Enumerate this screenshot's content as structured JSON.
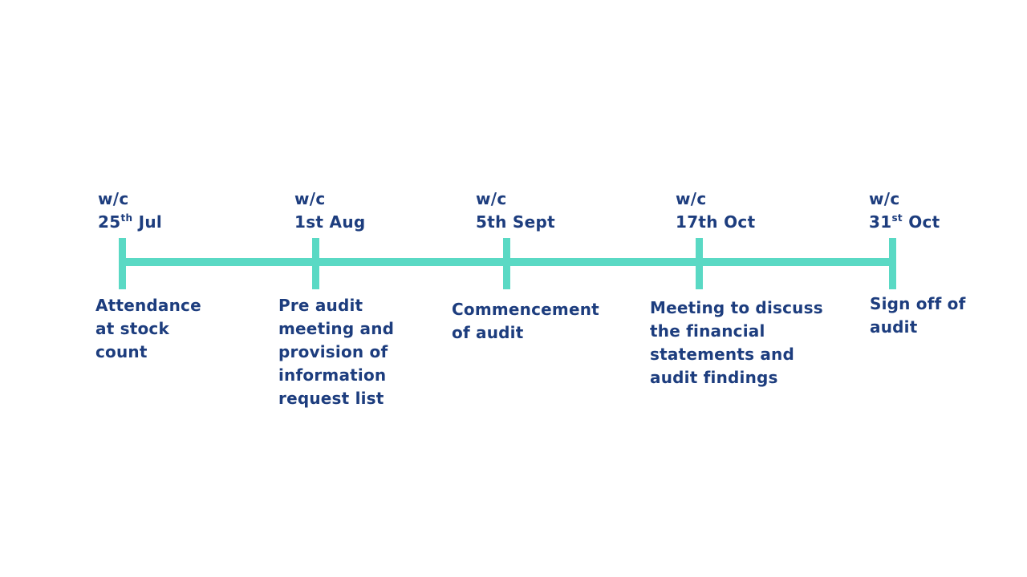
{
  "colors": {
    "line": "#5ad9c4",
    "text": "#1d3d7e",
    "background": "#ffffff"
  },
  "milestones": [
    {
      "prefix": "w/c",
      "day": "25",
      "suffix": "th",
      "month": "Jul",
      "description_lines": [
        "Attendance",
        "at stock",
        "count"
      ]
    },
    {
      "prefix": "w/c",
      "day": "1st",
      "suffix": "",
      "month": "Aug",
      "description_lines": [
        "Pre audit",
        "meeting and",
        "provision of",
        "information",
        "request list"
      ]
    },
    {
      "prefix": "w/c",
      "day": "5th",
      "suffix": "",
      "month": "Sept",
      "description_lines": [
        "Commencement",
        "of audit"
      ]
    },
    {
      "prefix": "w/c",
      "day": "17th",
      "suffix": "",
      "month": "Oct",
      "description_lines": [
        "Meeting to discuss",
        "the financial",
        "statements and",
        "audit findings"
      ]
    },
    {
      "prefix": "w/c",
      "day": "31",
      "suffix": "st",
      "month": "Oct",
      "description_lines": [
        "Sign off of",
        "audit"
      ]
    }
  ]
}
